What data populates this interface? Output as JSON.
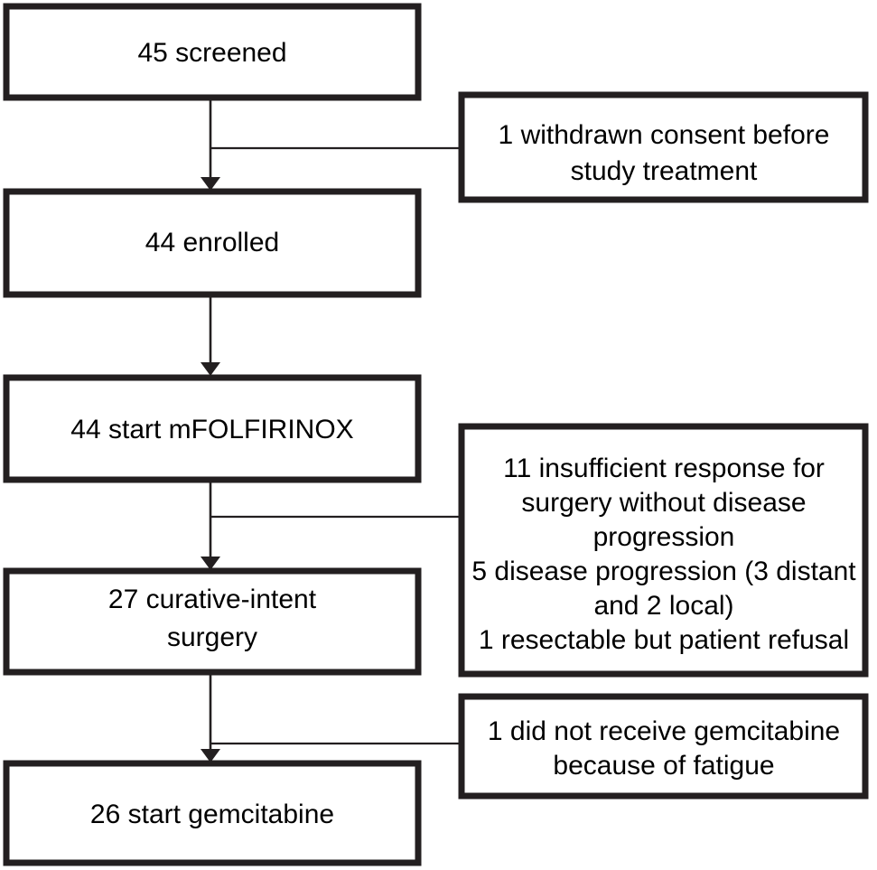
{
  "diagram": {
    "title": "CONSORT-style patient flow diagram",
    "type": "flowchart",
    "colors": {
      "box_stroke": "#231f20",
      "box_fill": "#ffffff",
      "line": "#231f20",
      "text": "#000000",
      "background": "#ffffff"
    },
    "main_nodes": [
      {
        "id": "screened",
        "lines": [
          "45 screened"
        ],
        "count": 45,
        "label": "45 screened"
      },
      {
        "id": "enrolled",
        "lines": [
          "44 enrolled"
        ],
        "count": 44,
        "label": "44 enrolled"
      },
      {
        "id": "start-mfolfirinox",
        "lines": [
          "44 start mFOLFIRINOX"
        ],
        "count": 44,
        "label": "44 start mFOLFIRINOX"
      },
      {
        "id": "curative-intent-surgery",
        "lines": [
          "27 curative-intent",
          "surgery"
        ],
        "count": 27,
        "label": "27 curative-intent surgery"
      },
      {
        "id": "start-gemcitabine",
        "lines": [
          "26 start gemcitabine"
        ],
        "count": 26,
        "label": "26 start gemcitabine"
      }
    ],
    "exclusion_nodes": [
      {
        "id": "withdrawn-consent",
        "after": "screened",
        "lines": [
          "1 withdrawn consent before",
          "study treatment"
        ],
        "total": 1,
        "label": "1 withdrawn consent before study treatment"
      },
      {
        "id": "no-surgery-reasons",
        "after": "start-mfolfirinox",
        "lines": [
          "11 insufficient response for",
          "surgery without disease",
          "progression",
          "5 disease progression (3 distant",
          "and 2 local)",
          "1 resectable but patient refusal"
        ],
        "total": 17,
        "label": "11 insufficient response for surgery without disease progression; 5 disease progression (3 distant and 2 local); 1 resectable but patient refusal"
      },
      {
        "id": "no-gemcitabine",
        "after": "curative-intent-surgery",
        "lines": [
          "1 did not receive gemcitabine",
          "because of fatigue"
        ],
        "total": 1,
        "label": "1 did not receive gemcitabine because of fatigue"
      }
    ]
  }
}
